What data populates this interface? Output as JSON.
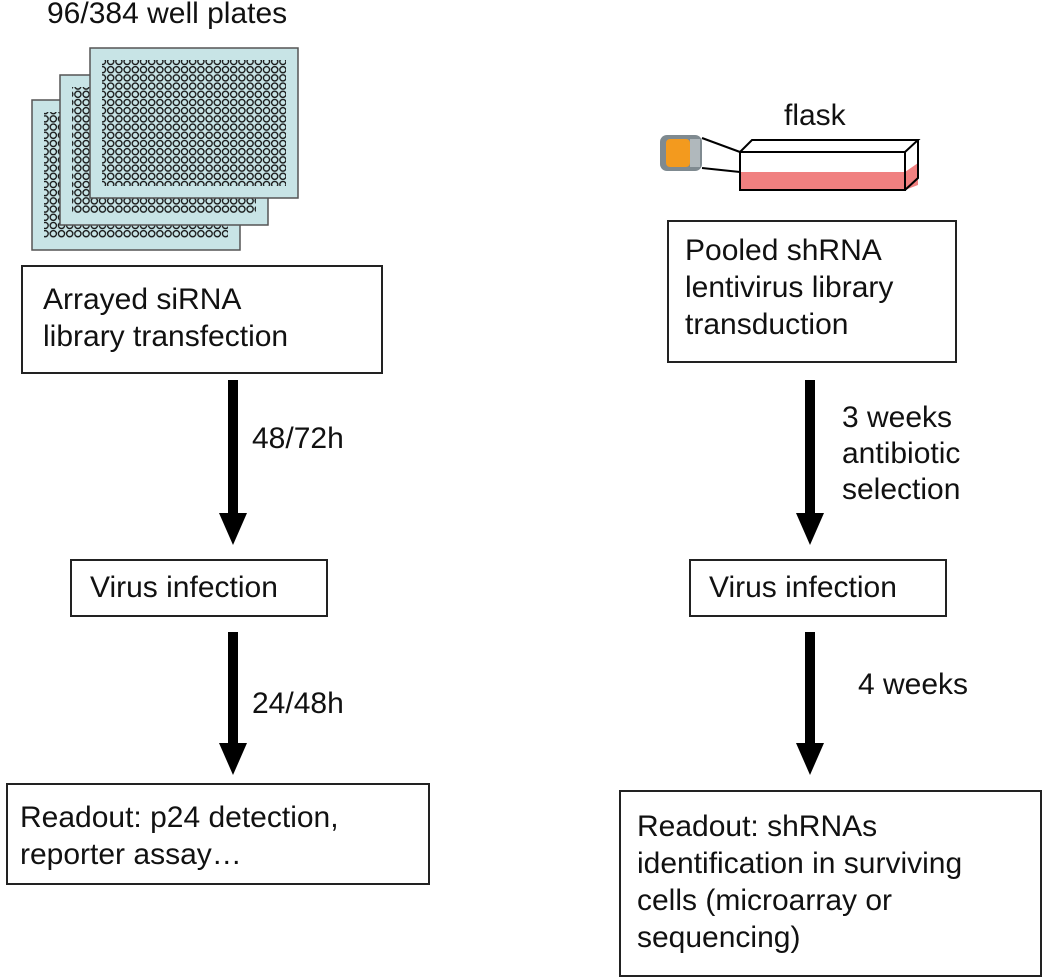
{
  "left": {
    "plates_label": "96/384 well plates",
    "box1_lines": [
      "Arrayed siRNA",
      "library transfection"
    ],
    "arrow1_label": "48/72h",
    "box2_label": "Virus infection",
    "arrow2_label": "24/48h",
    "box3_lines": [
      "Readout: p24 detection,",
      "reporter assay…"
    ]
  },
  "right": {
    "flask_label": "flask",
    "box1_lines": [
      "Pooled shRNA",
      "lentivirus library",
      "transduction"
    ],
    "arrow1_lines": [
      "3 weeks",
      "antibiotic",
      "selection"
    ],
    "box2_label": "Virus infection",
    "arrow2_label": "4 weeks",
    "box3_lines": [
      "Readout: shRNAs",
      "identification in surviving",
      "cells (microarray or",
      "sequencing)"
    ]
  },
  "colors": {
    "plate_fill": "#c8e4e6",
    "flask_liquid": "#f08080",
    "flask_cap": "#f39a1e",
    "cap_ring": "#7f8a90"
  }
}
